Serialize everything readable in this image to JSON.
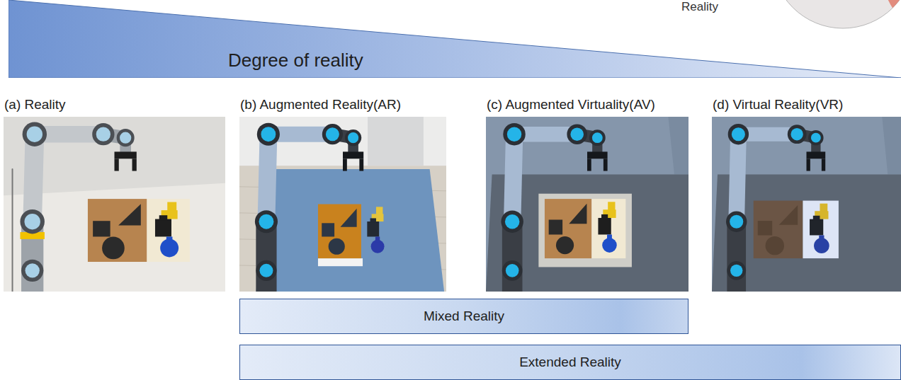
{
  "diagram": {
    "nodes": [
      {
        "text": [
          "Degree of reality"
        ]
      },
      {
        "text": [
          "(a) Reality"
        ]
      },
      {
        "text": [
          "(b) Augmented Reality(AR)"
        ]
      },
      {
        "text": [
          "(c) Augmented Virtuality(AV)"
        ]
      },
      {
        "text": [
          "(d) Virtual Reality(VR)"
        ]
      },
      {
        "text": [
          "Mixed Reality"
        ]
      },
      {
        "text": [
          "Extended Reality"
        ]
      }
    ],
    "labels": [
      "Reality"
    ]
  }
}
